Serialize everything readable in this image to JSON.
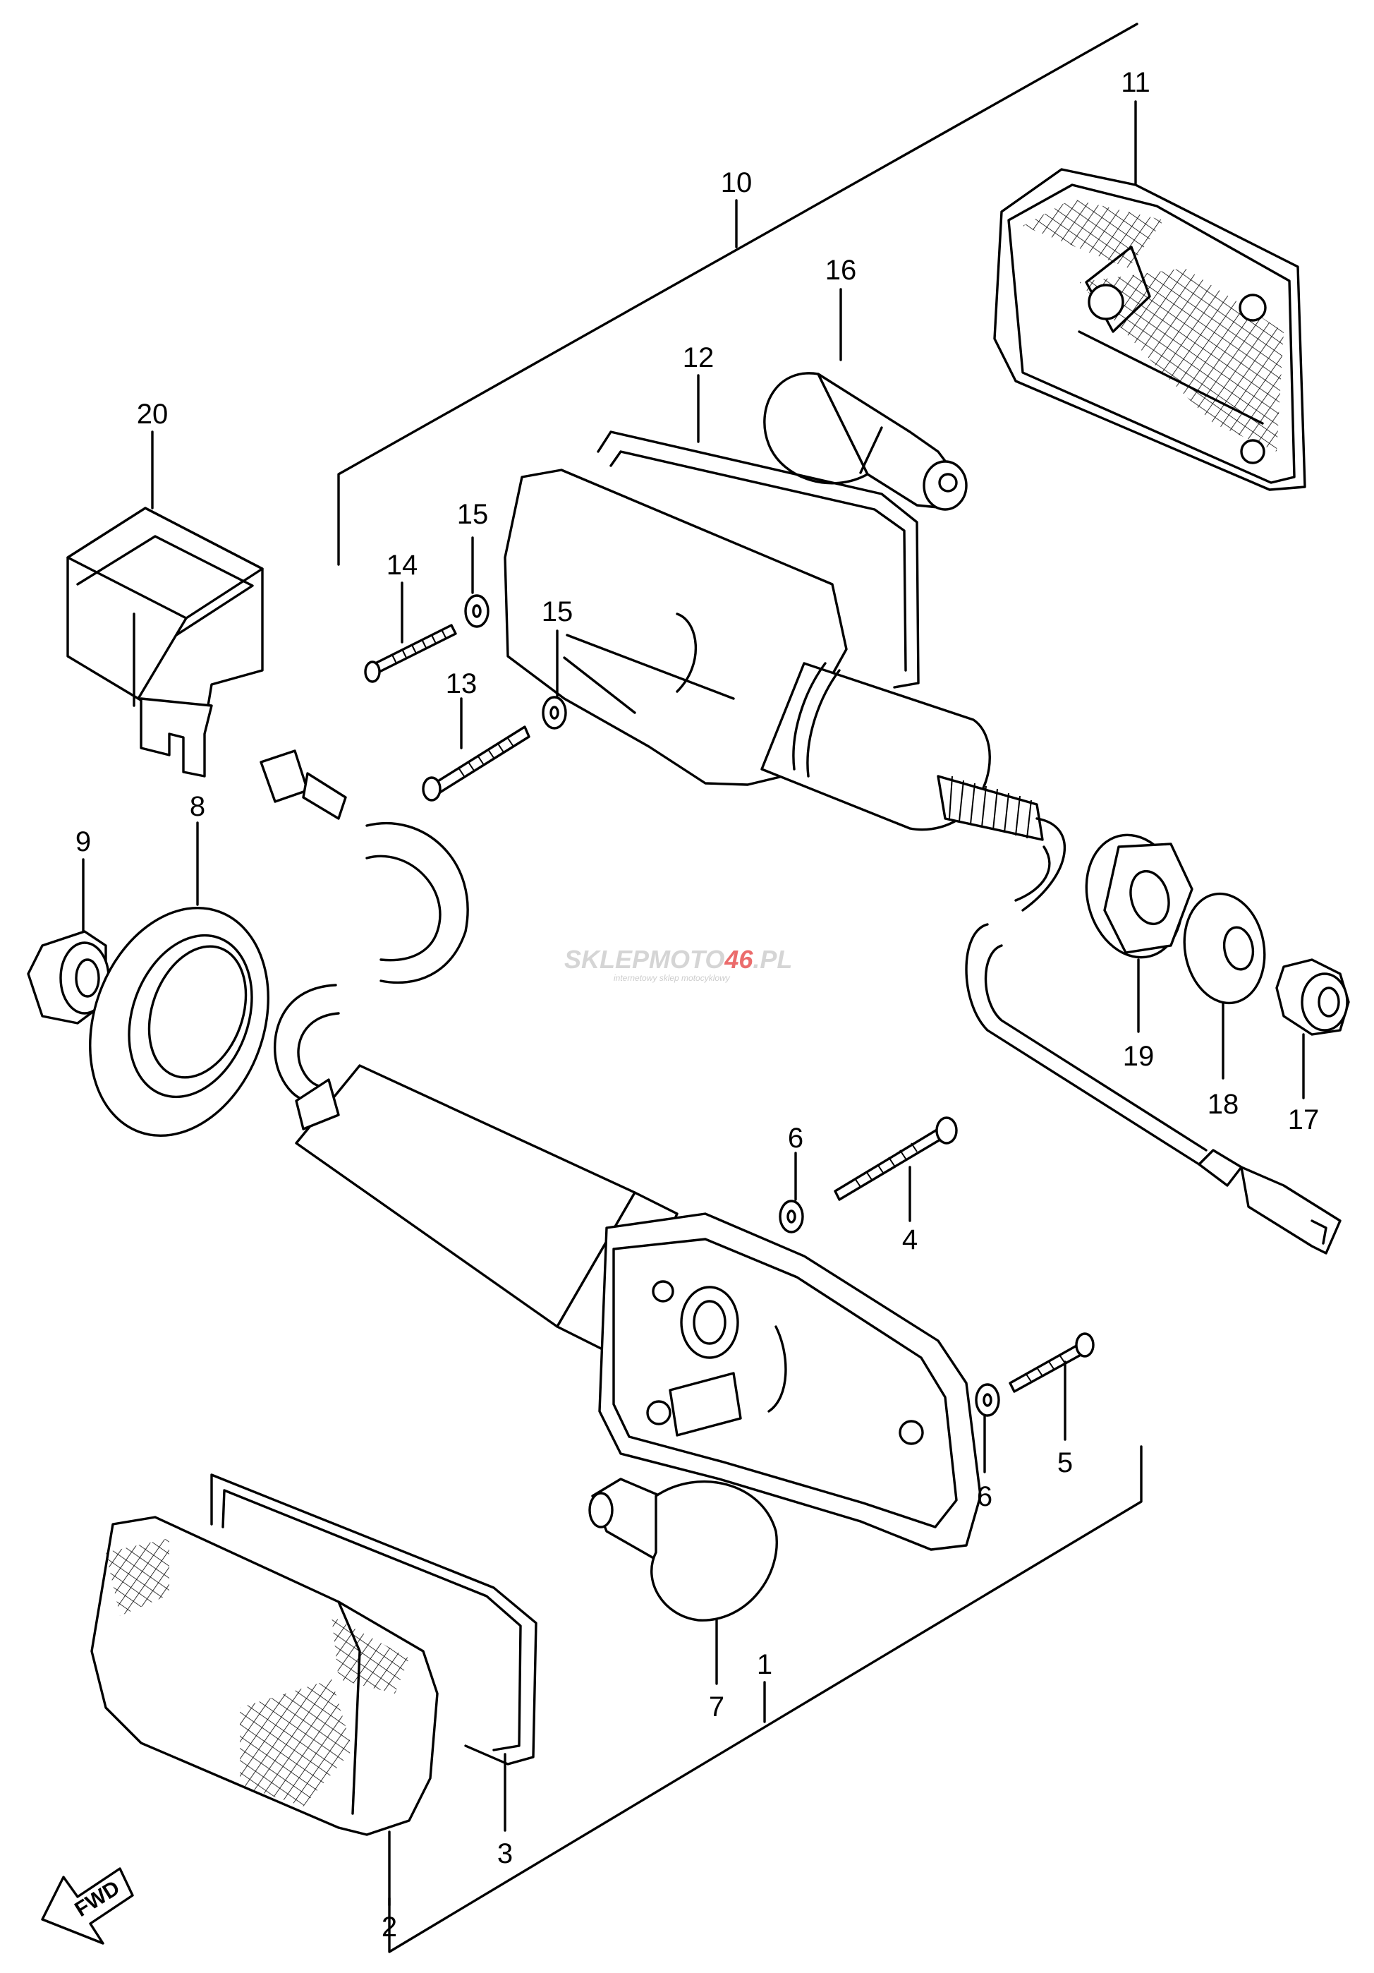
{
  "diagram": {
    "callouts": {
      "c1": "1",
      "c2": "2",
      "c3": "3",
      "c4": "4",
      "c5": "5",
      "c6a": "6",
      "c6b": "6",
      "c7": "7",
      "c8": "8",
      "c9": "9",
      "c10": "10",
      "c11": "11",
      "c12": "12",
      "c13": "13",
      "c14": "14",
      "c15a": "15",
      "c15b": "15",
      "c16": "16",
      "c17": "17",
      "c18": "18",
      "c19": "19",
      "c20": "20"
    },
    "fwd_label": "FWD"
  },
  "watermark": {
    "brand_part1": "SKLEP",
    "brand_part2": "MOTO",
    "brand_part3": "46",
    "brand_part4": ".PL",
    "tagline": "internetowy sklep motocyklowy"
  },
  "colors": {
    "watermark_gray": "#c8c8c8",
    "watermark_red": "#e53b3b"
  }
}
